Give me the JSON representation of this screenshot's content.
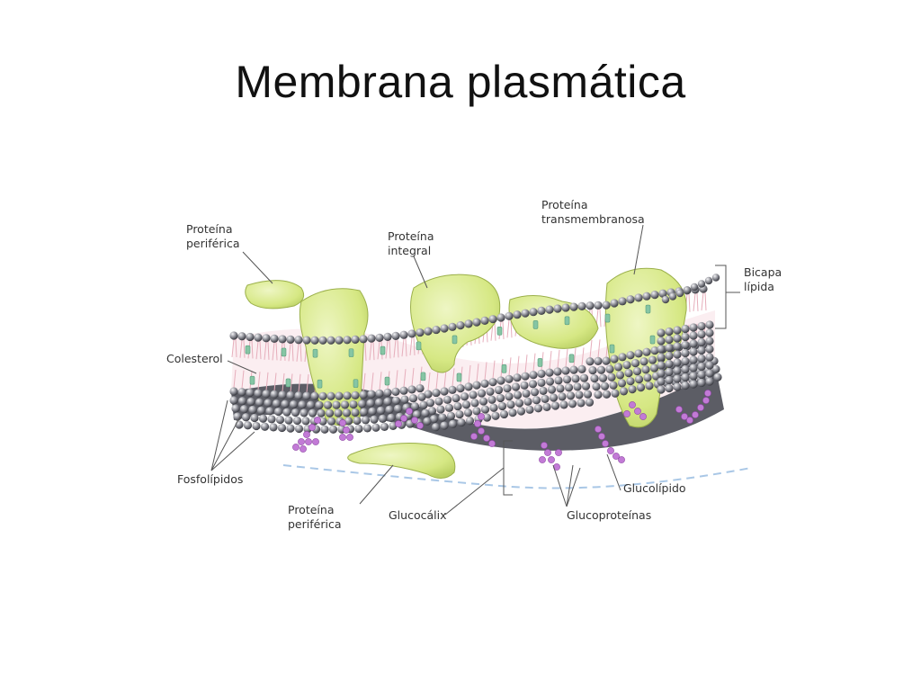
{
  "slide": {
    "title": "Membrana plasmática"
  },
  "labels": {
    "proteina_periferica_top": "Proteína\nperiférica",
    "proteina_integral": "Proteína\nintegral",
    "proteina_transmembranosa": "Proteína\ntransmembranosa",
    "bicapa_lipida": "Bicapa\nlípida",
    "colesterol": "Colesterol",
    "fosfolipidos": "Fosfolípidos",
    "proteina_periferica_bottom": "Proteína\nperiférica",
    "glucocalix": "Glucocálix",
    "glucolipido": "Glucolípido",
    "glucoproteinas": "Glucoproteínas"
  },
  "colors": {
    "protein": "#d9ea8c",
    "phospholipid_head": "#5f6068",
    "tail": "#e9b8c3",
    "cholesterol": "#86c5a4",
    "sugar": "#c27ad6",
    "glucocalix_line": "#a9c7e6"
  }
}
